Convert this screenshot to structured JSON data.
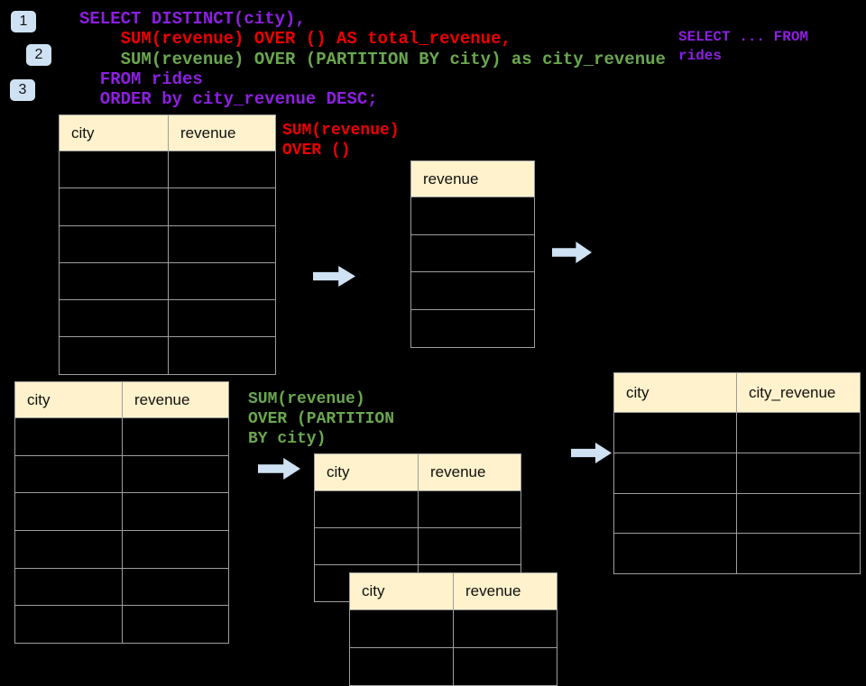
{
  "colors": {
    "purple": "#8E1FE2",
    "red": "#EE0000",
    "green": "#6AA84F",
    "cream": "#FFF2CC",
    "lightblue": "#CFE2F3",
    "tborder": "#9E9E9E"
  },
  "badges": {
    "step1": "1",
    "step2": "2",
    "step3": "3"
  },
  "sql": {
    "lines": [
      {
        "text": "SELECT DISTINCT(city),",
        "color": "purple"
      },
      {
        "text": "    SUM(revenue) OVER () AS total_revenue,",
        "color": "red"
      },
      {
        "text": "    SUM(revenue) OVER (PARTITION BY city) as city_revenue",
        "color": "green"
      },
      {
        "text": "  FROM rides",
        "color": "purple"
      },
      {
        "text": "  ORDER by city_revenue DESC;",
        "color": "purple"
      }
    ]
  },
  "side_note": {
    "lines": [
      {
        "text": "SELECT ... FROM",
        "color": "purple"
      },
      {
        "text": "rides",
        "color": "purple"
      }
    ]
  },
  "labels": {
    "total": {
      "lines": [
        {
          "text": "SUM(revenue)",
          "color": "red"
        },
        {
          "text": "OVER ()",
          "color": "red"
        }
      ]
    },
    "partition": {
      "lines": [
        {
          "text": "SUM(revenue)",
          "color": "green"
        },
        {
          "text": "OVER (PARTITION",
          "color": "green"
        },
        {
          "text": "BY city)",
          "color": "green"
        }
      ]
    }
  },
  "tables": {
    "source_top": {
      "headers": [
        "city",
        "revenue"
      ],
      "rows": 6
    },
    "total_revenue": {
      "headers": [
        "revenue"
      ],
      "rows": 4
    },
    "source_bottom": {
      "headers": [
        "city",
        "revenue"
      ],
      "rows": 6
    },
    "partition_a": {
      "headers": [
        "city",
        "revenue"
      ],
      "rows": 3
    },
    "partition_b": {
      "headers": [
        "city",
        "revenue"
      ],
      "rows": 2
    },
    "result": {
      "headers": [
        "city",
        "city_revenue"
      ],
      "rows": 4
    }
  }
}
